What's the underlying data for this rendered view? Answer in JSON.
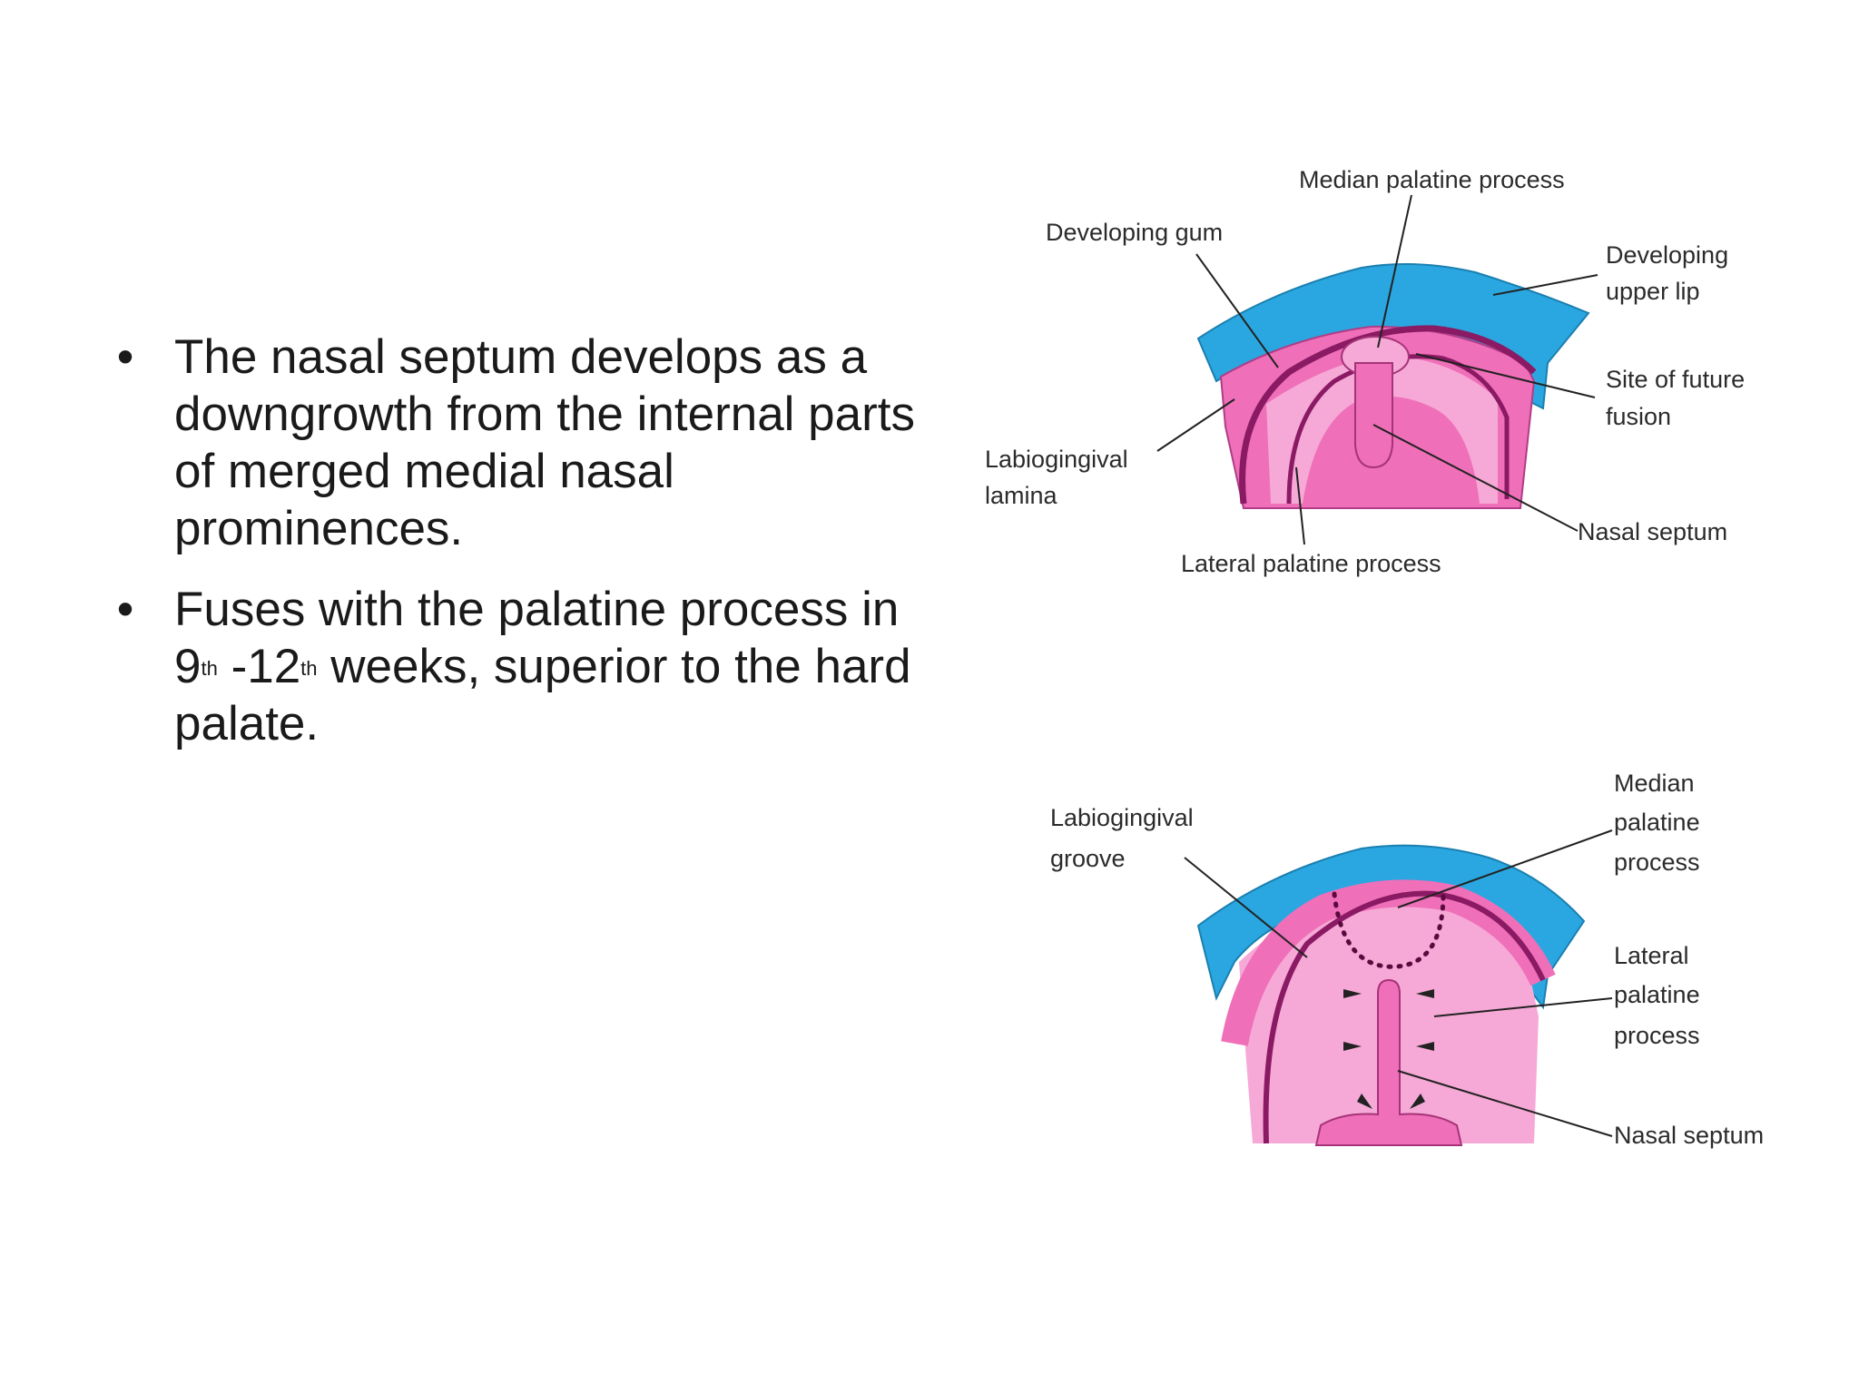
{
  "bullets": [
    {
      "text": "The nasal septum develops as a downgrowth from the internal parts of merged medial nasal prominences."
    },
    {
      "text_parts": [
        "Fuses with the palatine process in 9",
        "th",
        " -12",
        "th",
        " weeks, superior to the hard palate."
      ]
    }
  ],
  "diagram_top": {
    "labels": {
      "median_palatine_process": "Median palatine process",
      "developing_gum": "Developing gum",
      "developing_upper_lip_1": "Developing",
      "developing_upper_lip_2": "upper lip",
      "site_future_fusion_1": "Site of future",
      "site_future_fusion_2": "fusion",
      "labiogingival_lamina_1": "Labiogingival",
      "labiogingival_lamina_2": "lamina",
      "nasal_septum": "Nasal septum",
      "lateral_palatine_process": "Lateral palatine process"
    }
  },
  "diagram_bottom": {
    "labels": {
      "labiogingival_groove_1": "Labiogingival",
      "labiogingival_groove_2": "groove",
      "median_palatine_1": "Median",
      "median_palatine_2": "palatine",
      "median_palatine_3": "process",
      "lateral_palatine_1": "Lateral",
      "lateral_palatine_2": "palatine",
      "lateral_palatine_3": "process",
      "nasal_septum": "Nasal septum"
    }
  },
  "colors": {
    "lip_blue": "#2aa7e0",
    "gum_pink": "#ef6fb9",
    "palate_pink": "#f6a9d6",
    "ridge_dark": "#8a1a63",
    "line": "#222222"
  }
}
